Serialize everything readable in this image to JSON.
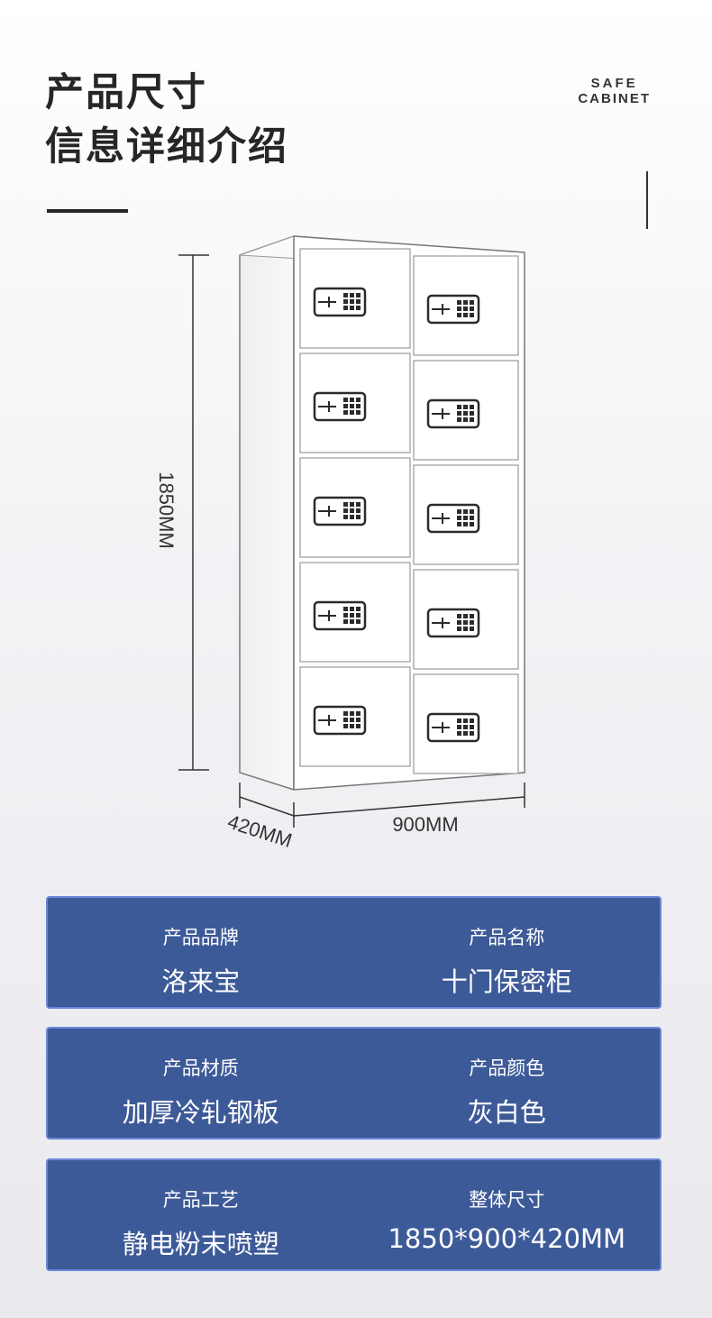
{
  "header": {
    "title_line1": "产品尺寸",
    "title_line2": "信息详细介绍",
    "logo_line1": "SAFE",
    "logo_line2": "CABINET"
  },
  "diagram": {
    "height_label": "1850MM",
    "depth_label": "420MM",
    "width_label": "900MM",
    "door_rows": 5,
    "door_cols": 2
  },
  "specs": [
    {
      "left_label": "产品品牌",
      "left_value": "洛来宝",
      "right_label": "产品名称",
      "right_value": "十门保密柜"
    },
    {
      "left_label": "产品材质",
      "left_value": "加厚冷轧钢板",
      "right_label": "产品颜色",
      "right_value": "灰白色"
    },
    {
      "left_label": "产品工艺",
      "left_value": "静电粉末喷塑",
      "right_label": "整体尺寸",
      "right_value": "1850*900*420MM"
    }
  ],
  "colors": {
    "card_bg": "#3d5a98",
    "card_border": "#6a86d8",
    "heading": "#262626"
  }
}
